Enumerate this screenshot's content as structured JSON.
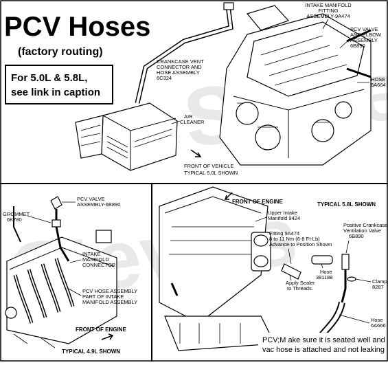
{
  "title": "PCV Hoses",
  "subtitle": "(factory routing)",
  "info_box": {
    "line1": "For 5.0L & 5.8L,",
    "line2": "see link in caption"
  },
  "watermark": "Steve's",
  "top_panel": {
    "labels": {
      "intake_fitting": [
        "INTAKE MANIFOLD",
        "FITTING",
        "ASSEMBLY-9A474"
      ],
      "pcv_valve_elbow": [
        "PCV VALVE",
        "AND ELBOW",
        "ASSEMBLY",
        "6B890"
      ],
      "hose": [
        "HOSE",
        "6A664"
      ],
      "crankcase_vent": [
        "CRANKCASE VENT",
        "CONNECTOR AND",
        "HOSE ASSEMBLY",
        "6C324"
      ],
      "air_cleaner": [
        "AIR",
        "CLEANER"
      ],
      "front_of_vehicle": "FRONT OF VEHICLE",
      "typical": "TYPICAL 5.0L SHOWN"
    }
  },
  "bottom_left_panel": {
    "labels": {
      "grommet": [
        "GROMMET",
        "6K780"
      ],
      "pcv_valve": [
        "PCV VALVE",
        "ASSEMBLY-6B890"
      ],
      "intake_connector": [
        "INTAKE",
        "MANIFOLD",
        "CONNECTOR"
      ],
      "pcv_hose": [
        "PCV HOSE ASSEMBLY",
        "PART OF INTAKE",
        "MANIFOLD ASSEMBLY"
      ],
      "front_of_engine": "FRONT OF ENGINE",
      "typical": "TYPICAL 4.9L SHOWN"
    }
  },
  "bottom_right_panel": {
    "labels": {
      "front_of_engine": "FRONT OF ENGINE",
      "typical": "TYPICAL 5.8L SHOWN",
      "upper_intake": [
        "Upper Intake",
        "Manifold 9424"
      ],
      "fitting": [
        "Fitting 9A474",
        "8 to 11 Nm (6-8 Ft-Lb)",
        "Advance to Position Shown"
      ],
      "positive_valve": [
        "Positive Crankcase",
        "Ventilation Valve",
        "6B890"
      ],
      "hose_381188": [
        "Hose",
        "381188"
      ],
      "apply_sealer": [
        "Apply Sealer",
        "to Threads."
      ],
      "clamp": [
        "Clamp",
        "8287"
      ],
      "hose_6a666": [
        "Hose",
        "6A666"
      ]
    },
    "note": [
      "PCV;M ake sure it is seated well and",
      "vac hose is attached and not leaking"
    ]
  }
}
